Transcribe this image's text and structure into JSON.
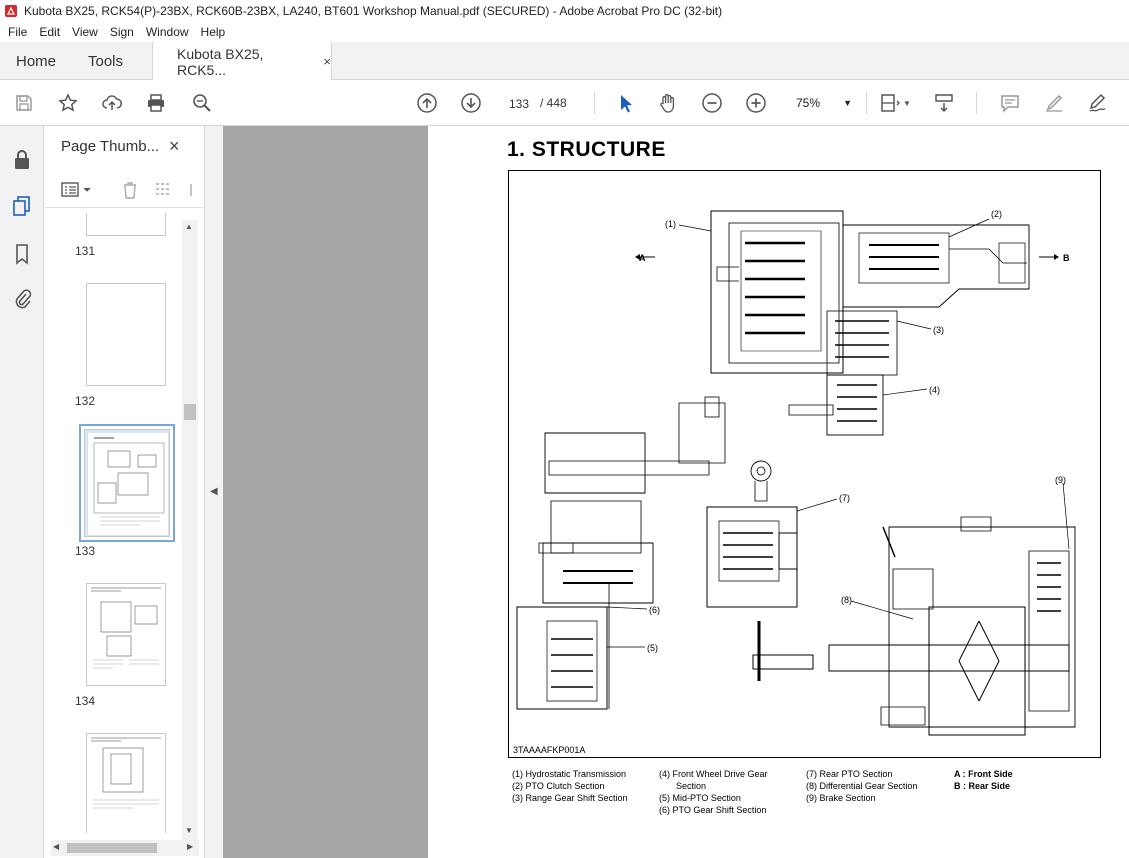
{
  "window": {
    "title": "Kubota BX25, RCK54(P)-23BX, RCK60B-23BX, LA240, BT601 Workshop Manual.pdf (SECURED) - Adobe Acrobat Pro DC (32-bit)"
  },
  "menu": {
    "items": [
      "File",
      "Edit",
      "View",
      "Sign",
      "Window",
      "Help"
    ]
  },
  "tabs": {
    "home": "Home",
    "tools": "Tools",
    "doc": "Kubota BX25, RCK5...",
    "close": "×"
  },
  "toolbar": {
    "page_current": "133",
    "page_total": "/ 448",
    "zoom": "75%"
  },
  "thumbnails": {
    "title": "Page Thumb...",
    "close": "×",
    "pages": [
      "131",
      "132",
      "133",
      "134"
    ]
  },
  "document": {
    "heading": "1.  STRUCTURE",
    "figure_code": "3TAAAAFKP001A",
    "direction_a": "A",
    "direction_b": "B",
    "callouts": [
      "(1)",
      "(2)",
      "(3)",
      "(4)",
      "(5)",
      "(6)",
      "(7)",
      "(8)",
      "(9)"
    ],
    "legend": [
      [
        "(1)  Hydrostatic Transmission",
        "(2)  PTO Clutch Section",
        "(3)  Range Gear Shift Section"
      ],
      [
        "(4)  Front Wheel Drive Gear",
        "Section",
        "(5)  Mid-PTO Section",
        "(6)  PTO Gear Shift Section"
      ],
      [
        "(7)  Rear PTO Section",
        "(8)  Differential Gear Section",
        "(9)  Brake Section"
      ],
      [
        "A :  Front Side",
        "B :  Rear Side"
      ]
    ]
  }
}
